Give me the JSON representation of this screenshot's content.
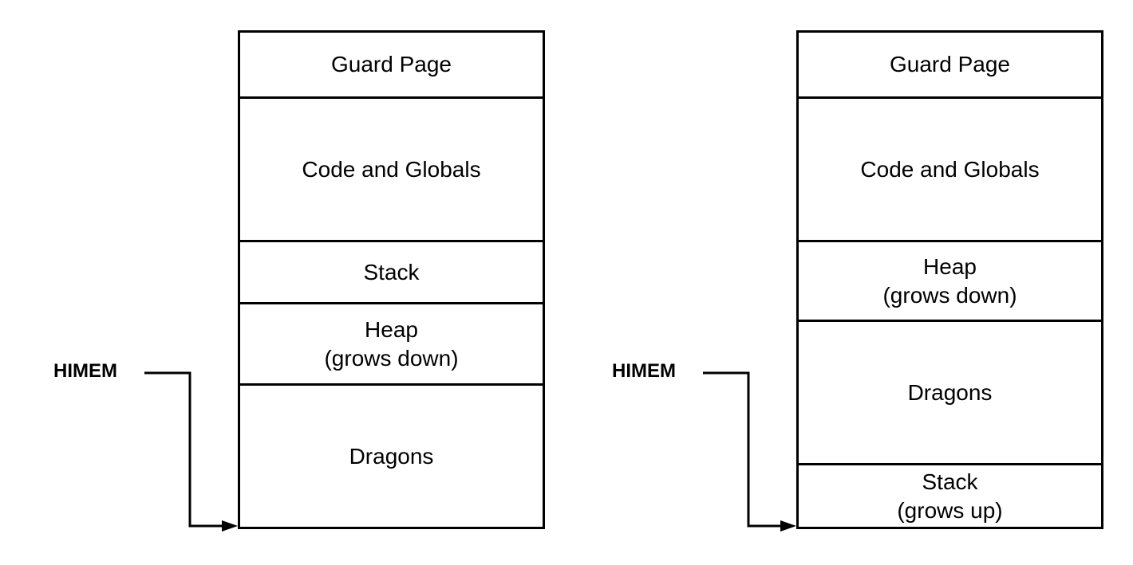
{
  "left_stack": {
    "regions": [
      {
        "lines": [
          "Guard Page"
        ]
      },
      {
        "lines": [
          "Code and Globals"
        ]
      },
      {
        "lines": [
          "Stack"
        ]
      },
      {
        "lines": [
          "Heap",
          "(grows down)"
        ]
      },
      {
        "lines": [
          "Dragons"
        ]
      }
    ],
    "pointer_label": "HIMEM"
  },
  "right_stack": {
    "regions": [
      {
        "lines": [
          "Guard Page"
        ]
      },
      {
        "lines": [
          "Code and Globals"
        ]
      },
      {
        "lines": [
          "Heap",
          "(grows down)"
        ]
      },
      {
        "lines": [
          "Dragons"
        ]
      },
      {
        "lines": [
          "Stack",
          "(grows up)"
        ]
      }
    ],
    "pointer_label": "HIMEM"
  },
  "colors": {
    "stroke": "#000000",
    "background": "#ffffff"
  }
}
